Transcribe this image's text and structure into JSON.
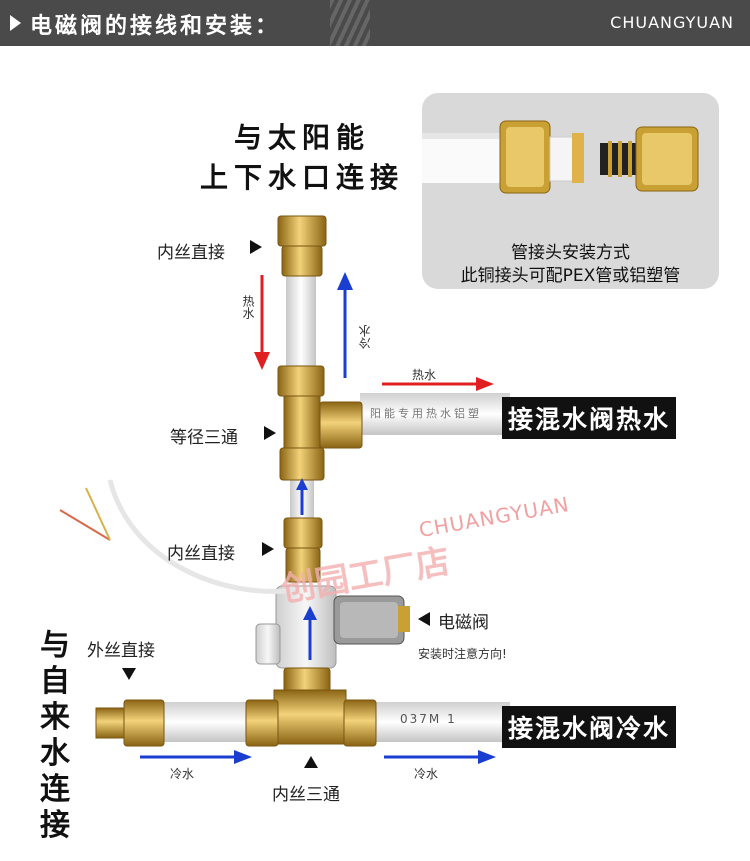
{
  "header": {
    "title": "电磁阀的接线和安装：",
    "brand": "CHUANGYUAN"
  },
  "solar_connection": {
    "line1": "与太阳能",
    "line2": "上下水口连接"
  },
  "inset": {
    "caption_line1": "管接头安装方式",
    "caption_line2": "此铜接头可配PEX管或铝塑管"
  },
  "labels": {
    "inner_thread_straight_top": "内丝直接",
    "hot_water_vertical": "热水",
    "cold_water_vertical": "冷水",
    "hot_water_horizontal": "热水",
    "equal_tee": "等径三通",
    "inner_thread_straight_mid": "内丝直接",
    "solenoid_valve": "电磁阀",
    "install_note": "安装时注意方向!",
    "outer_thread_straight": "外丝直接",
    "cold_water_left": "冷水",
    "cold_water_right": "冷水",
    "inner_thread_tee": "内丝三通"
  },
  "mixing_hot": "接混水阀热水",
  "mixing_cold": "接混水阀冷水",
  "tap_water_connection": "与自来水连接",
  "watermark": {
    "brand_en": "CHUANGYUAN",
    "brand_cn": "创园工厂店"
  },
  "pipe_printing": {
    "hot_pipe": "阳能专用热水铝塑",
    "cold_pipe": "037M  1"
  },
  "colors": {
    "header_bg": "#4a4a4a",
    "hot_arrow": "#e02020",
    "cold_arrow": "#1a3fd0",
    "brass": "#c9a033",
    "pipe": "#f2f2f2"
  }
}
